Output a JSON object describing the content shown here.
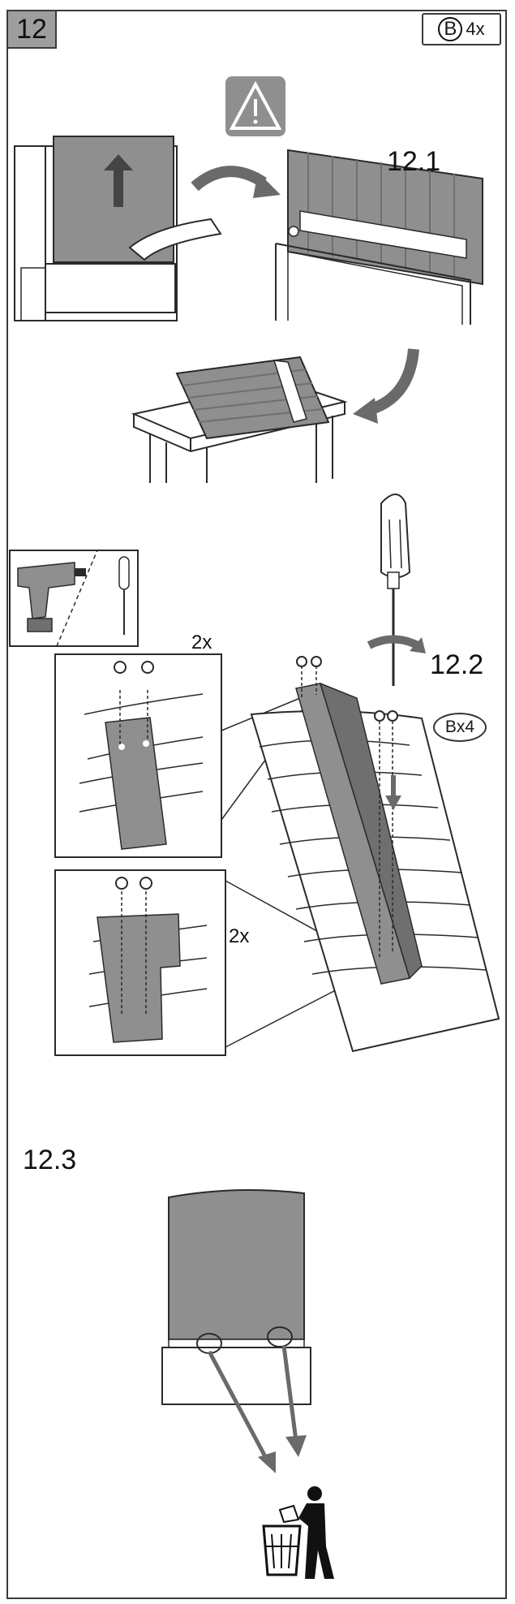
{
  "step": {
    "number": "12",
    "part_letter": "B",
    "part_quantity": "4x"
  },
  "substeps": {
    "s1": "12.1",
    "s2": "12.2",
    "s3": "12.3"
  },
  "quantities": {
    "top_detail": "2x",
    "bottom_detail": "2x",
    "screws": "Bx4"
  },
  "icons": [
    "warning-triangle-icon",
    "cordless-drill-icon",
    "screwdriver-icon",
    "waste-bin-icon"
  ],
  "colors": {
    "panel": "#8f8f8f",
    "panel_dark": "#6f6f6f",
    "arrow": "#6a6a6a",
    "line": "#2a2a2a"
  }
}
